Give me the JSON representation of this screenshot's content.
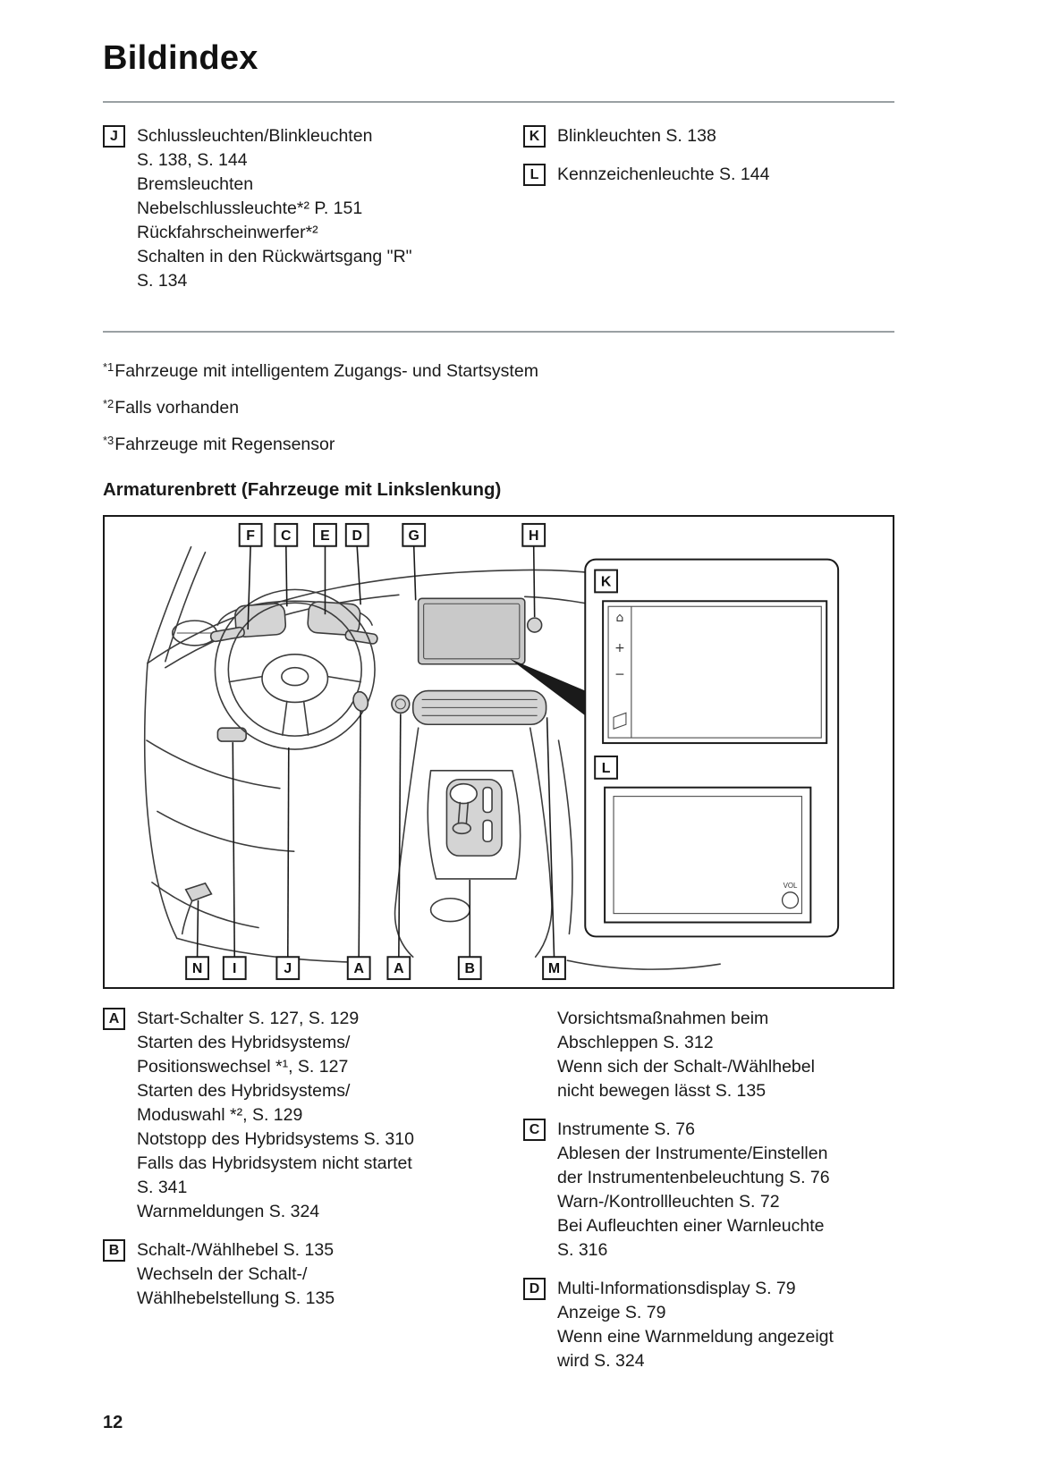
{
  "page": {
    "title": "Bildindex",
    "number": "12"
  },
  "top_section": {
    "j_item": {
      "label": "J",
      "lines": [
        "Schlussleuchten/Blinkleuchten",
        "S. 138, S. 144",
        "Bremsleuchten",
        "Nebelschlussleuchte*² P. 151",
        "Rückfahrscheinwerfer*²",
        "Schalten in den Rückwärtsgang \"R\"",
        "S. 134"
      ]
    },
    "k_item": {
      "label": "K",
      "text": "Blinkleuchten S. 138"
    },
    "l_item": {
      "label": "L",
      "text": "Kennzeichenleuchte S. 144"
    }
  },
  "footnotes": [
    {
      "marker": "*1",
      "text": "Fahrzeuge mit intelligentem Zugangs- und Startsystem"
    },
    {
      "marker": "*2",
      "text": "Falls vorhanden"
    },
    {
      "marker": "*3",
      "text": "Fahrzeuge mit Regensensor"
    }
  ],
  "section_heading": "Armaturenbrett (Fahrzeuge mit Linkslenkung)",
  "diagram": {
    "top_labels": [
      "F",
      "C",
      "E",
      "D",
      "G",
      "H"
    ],
    "bottom_labels": [
      "N",
      "I",
      "J",
      "A",
      "A",
      "B",
      "M"
    ],
    "inset_k_label": "K",
    "inset_l_label": "L",
    "screen_icons": {
      "home": "⌂",
      "plus": "+",
      "minus": "−"
    },
    "knob_label": "VOL"
  },
  "bottom_section": {
    "a_item": {
      "label": "A",
      "lines": [
        "Start-Schalter S. 127, S. 129",
        "Starten des Hybridsystems/",
        "Positionswechsel *¹, S. 127",
        "Starten des Hybridsystems/",
        "Moduswahl *², S. 129",
        "Notstopp des Hybridsystems S. 310",
        "Falls das Hybridsystem nicht startet",
        "S. 341",
        "Warnmeldungen S. 324"
      ]
    },
    "b_item": {
      "label": "B",
      "lines": [
        "Schalt-/Wählhebel S. 135",
        "Wechseln der Schalt-/",
        "Wählhebelstellung S. 135"
      ]
    },
    "cont_item": {
      "lines": [
        "Vorsichtsmaßnahmen beim",
        "Abschleppen S. 312",
        "Wenn sich der Schalt-/Wählhebel",
        "nicht bewegen lässt S. 135"
      ]
    },
    "c_item": {
      "label": "C",
      "lines": [
        "Instrumente S. 76",
        "Ablesen der Instrumente/Einstellen",
        "der Instrumentenbeleuchtung S. 76",
        "Warn-/Kontrollleuchten S. 72",
        "Bei Aufleuchten einer Warnleuchte",
        "S. 316"
      ]
    },
    "d_item": {
      "label": "D",
      "lines": [
        "Multi-Informationsdisplay S. 79",
        "Anzeige S. 79",
        "Wenn eine Warnmeldung angezeigt",
        "wird S. 324"
      ]
    }
  }
}
